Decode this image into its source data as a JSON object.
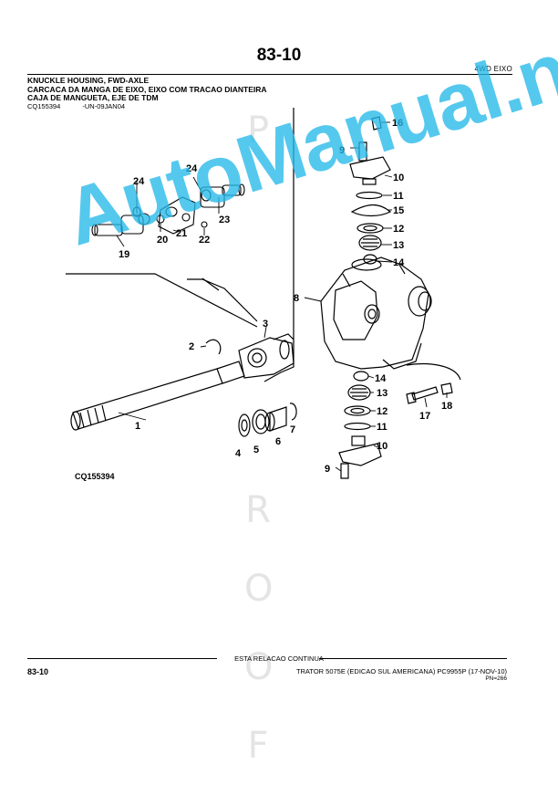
{
  "header": {
    "page_number": "83-10",
    "section_tag": "4WD  EIXO"
  },
  "title_block": {
    "line1": "KNUCKLE HOUSING, FWD-AXLE",
    "line2": "CARCACA DA MANGA DE EIXO, EIXO COM TRACAO DIANTEIRA",
    "line3": "CAJA DE MANGUETA, EJE DE TDM"
  },
  "ref": {
    "code": "CQ155394",
    "date": "-UN-09JAN04"
  },
  "figure": {
    "caption": "CQ155394",
    "callouts": [
      "1",
      "2",
      "3",
      "4",
      "5",
      "6",
      "7",
      "8",
      "9",
      "10",
      "11",
      "12",
      "13",
      "14",
      "15",
      "16",
      "17",
      "18",
      "19",
      "20",
      "21",
      "22",
      "23",
      "24"
    ]
  },
  "proof_letters": [
    "P",
    "R",
    "O",
    "O",
    "F"
  ],
  "watermark": "AutoManual.net",
  "footer": {
    "continues": "ESTA RELACAO CONTINUA",
    "page_number": "83-10",
    "book": "TRATOR 5075E (EDICAO SUL AMERICANA)   PC9955P   (17-NOV-10)",
    "pn": "PN=266"
  },
  "colors": {
    "watermark": "#26b9ea",
    "proof": "#e4e4e4"
  }
}
